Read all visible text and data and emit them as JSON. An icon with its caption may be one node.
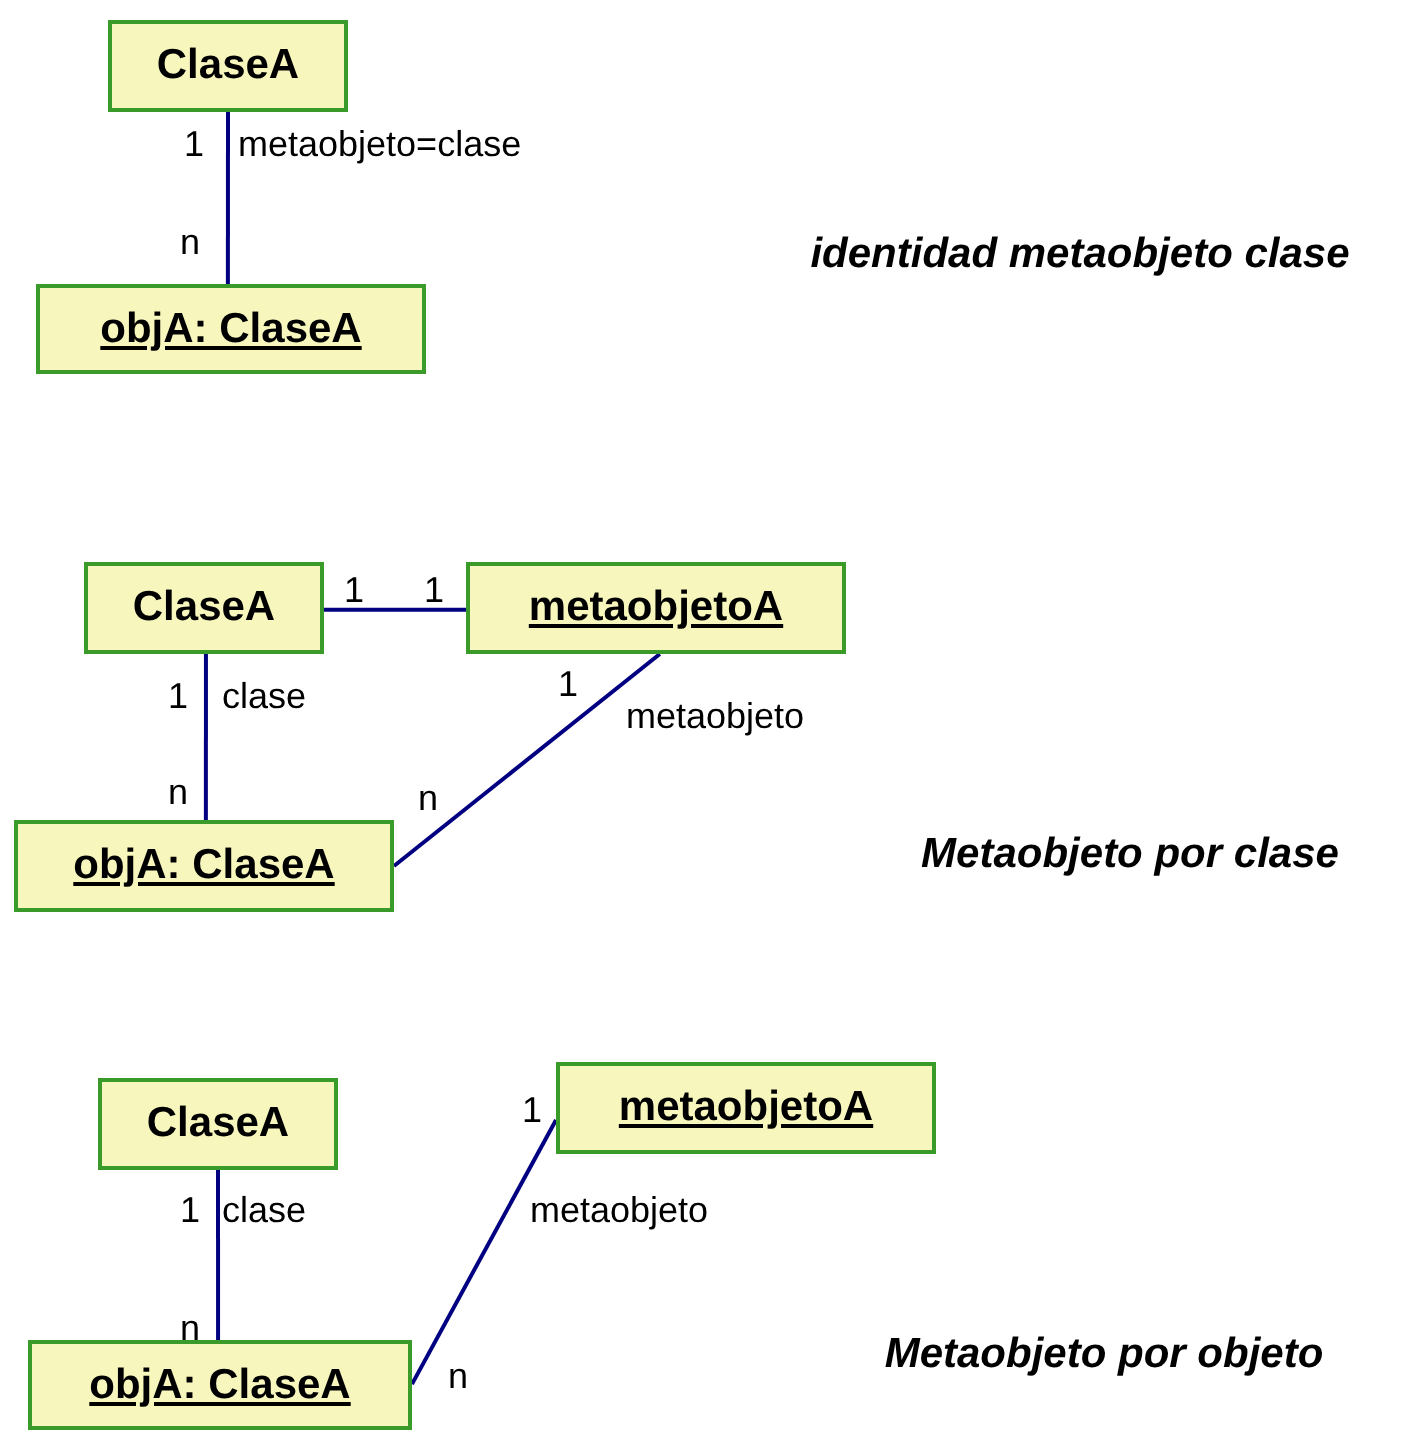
{
  "diagram": {
    "nodes": [
      {
        "text": [
          "ClaseA"
        ]
      },
      {
        "text": [
          "objA: ClaseA"
        ]
      },
      {
        "text": [
          "ClaseA"
        ]
      },
      {
        "text": [
          "metaobjetoA"
        ]
      },
      {
        "text": [
          "objA: ClaseA"
        ]
      },
      {
        "text": [
          "ClaseA"
        ]
      },
      {
        "text": [
          "metaobjetoA"
        ]
      },
      {
        "text": [
          "objA: ClaseA"
        ]
      }
    ],
    "edges": [
      {
        "from": 0,
        "to": 1,
        "arrow": "none",
        "label": "metaobjeto=clase"
      },
      {
        "from": 2,
        "to": 3,
        "arrow": "none"
      },
      {
        "from": 2,
        "to": 4,
        "arrow": "none",
        "label": "clase"
      },
      {
        "from": 3,
        "to": 4,
        "arrow": "none",
        "label": "metaobjeto"
      },
      {
        "from": 5,
        "to": 7,
        "arrow": "none",
        "label": "clase"
      },
      {
        "from": 6,
        "to": 7,
        "arrow": "none",
        "label": "metaobjeto"
      }
    ],
    "labels": [
      "1",
      "n",
      "identidad metaobjeto clase",
      "1",
      "1",
      "1",
      "1",
      "n",
      "n",
      "Metaobjeto por clase",
      "1",
      "1",
      "n",
      "Metaobjeto por objeto",
      "n"
    ]
  }
}
